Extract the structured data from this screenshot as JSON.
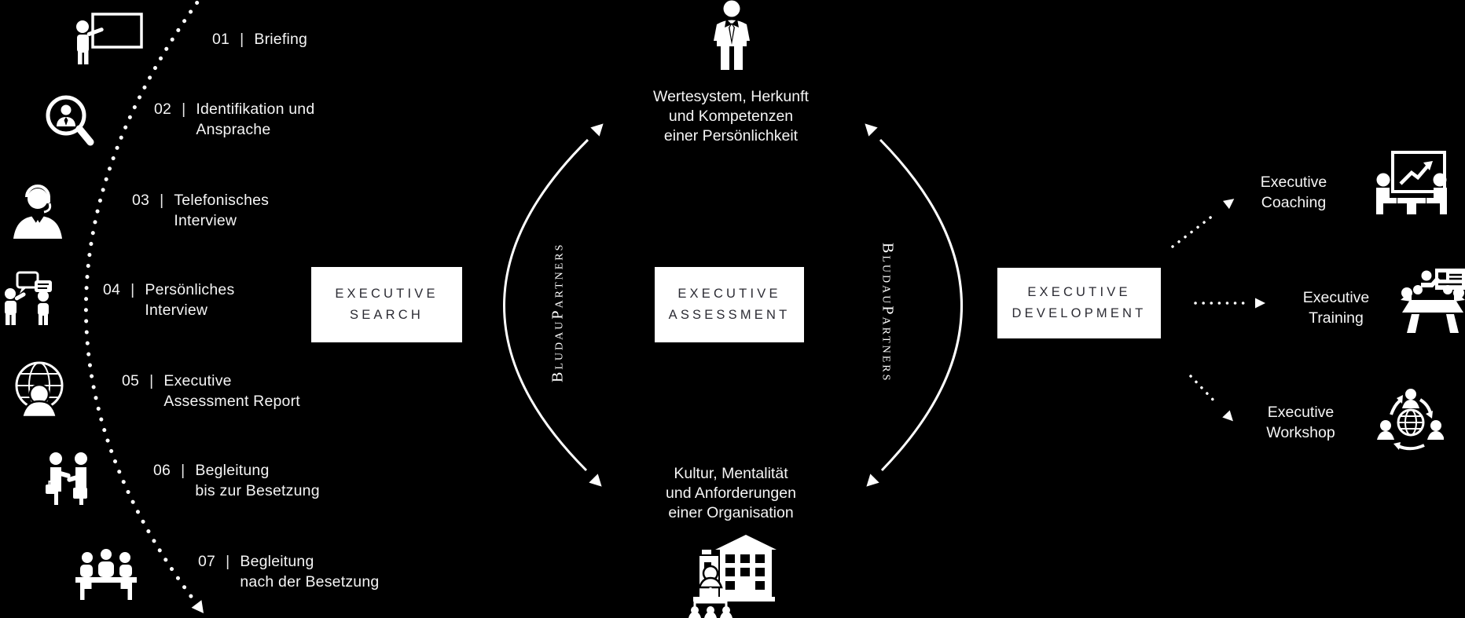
{
  "colors": {
    "background": "#000000",
    "text": "#ffffff",
    "pillar_background": "#ffffff",
    "pillar_text": "#2b2b33"
  },
  "step_separator": "|",
  "steps": [
    {
      "num": "01",
      "label": "Briefing",
      "icon": "teacher-blackboard-icon"
    },
    {
      "num": "02",
      "label": "Identifikation und\nAnsprache",
      "icon": "magnifier-person-icon"
    },
    {
      "num": "03",
      "label": "Telefonisches\nInterview",
      "icon": "headset-person-icon"
    },
    {
      "num": "04",
      "label": "Persönliches\nInterview",
      "icon": "conversation-people-icon"
    },
    {
      "num": "05",
      "label": "Executive\nAssessment Report",
      "icon": "globe-person-icon"
    },
    {
      "num": "06",
      "label": "Begleitung\nbis zur Besetzung",
      "icon": "handshake-icon"
    },
    {
      "num": "07",
      "label": "Begleitung\nnach der Besetzung",
      "icon": "meeting-table-icon"
    }
  ],
  "pillars": {
    "search": "EXECUTIVE\nSEARCH",
    "assessment": "EXECUTIVE\nASSESSMENT",
    "development": "EXECUTIVE\nDEVELOPMENT"
  },
  "brand": {
    "left_vertical": "BludauPartners",
    "right_vertical": "BludauPartners"
  },
  "center": {
    "person_text": "Wertesystem, Herkunft\nund Kompetenzen\neiner Persönlichkeit",
    "person_icon": "businessman-icon",
    "organisation_text": "Kultur, Mentalität\nund Anforderungen\neiner Organisation",
    "organisation_icon": "building-orgchart-icon"
  },
  "development_items": [
    {
      "label": "Executive\nCoaching",
      "icon": "coaching-presentation-icon"
    },
    {
      "label": "Executive\nTraining",
      "icon": "training-seminar-icon"
    },
    {
      "label": "Executive\nWorkshop",
      "icon": "workshop-team-globe-icon"
    }
  ]
}
